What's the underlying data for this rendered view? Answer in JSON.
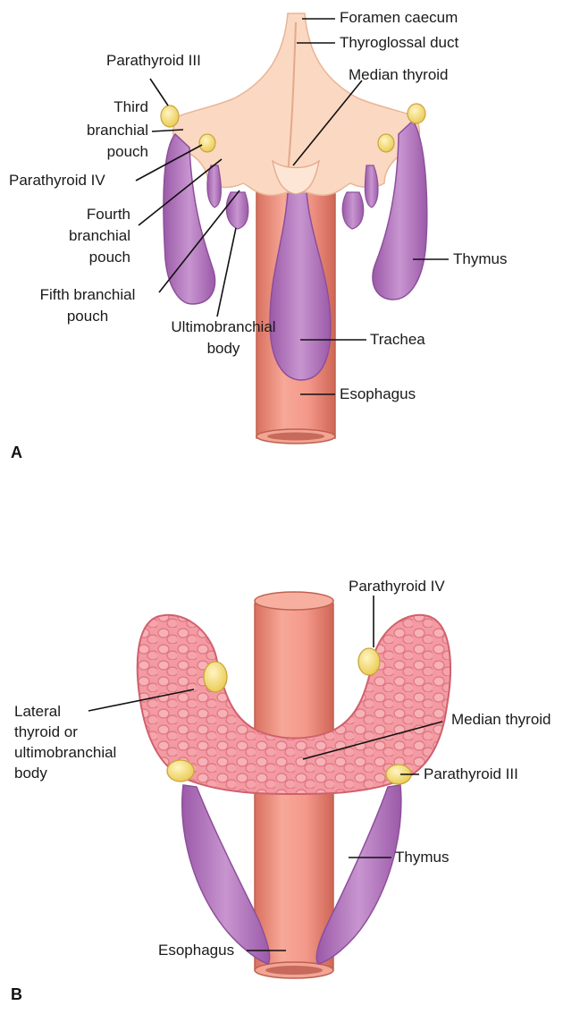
{
  "panel_a": {
    "letter": "A",
    "labels": {
      "foramen_caecum": "Foramen caecum",
      "thyroglossal_duct": "Thyroglossal duct",
      "parathyroid_iii": "Parathyroid III",
      "median_thyroid": "Median thyroid",
      "third_pouch_1": "Third",
      "third_pouch_2": "branchial",
      "third_pouch_3": "pouch",
      "parathyroid_iv": "Parathyroid IV",
      "fourth_pouch_1": "Fourth",
      "fourth_pouch_2": "branchial",
      "fourth_pouch_3": "pouch",
      "thymus": "Thymus",
      "fifth_pouch_1": "Fifth branchial",
      "fifth_pouch_2": "pouch",
      "ultimobranchial_1": "Ultimobranchial",
      "ultimobranchial_2": "body",
      "trachea": "Trachea",
      "esophagus": "Esophagus"
    }
  },
  "panel_b": {
    "letter": "B",
    "labels": {
      "parathyroid_iv": "Parathyroid IV",
      "lateral_1": "Lateral",
      "lateral_2": "thyroid or",
      "lateral_3": "ultimobranchial",
      "lateral_4": "body",
      "median_thyroid": "Median thyroid",
      "parathyroid_iii": "Parathyroid III",
      "thymus": "Thymus",
      "esophagus": "Esophagus"
    }
  },
  "colors": {
    "pharynx": "#fbd9c2",
    "pharynx_edge": "#e9b79b",
    "thymus": "#b67cc0",
    "thymus_edge": "#8d4f9b",
    "parathyroid": "#f6e07a",
    "parathyroid_edge": "#d2b64a",
    "esophagus": "#ef8f7f",
    "esophagus_edge": "#c9685a",
    "thyroid": "#f28e97",
    "thyroid_edge": "#d66a75",
    "leader": "#111111"
  }
}
